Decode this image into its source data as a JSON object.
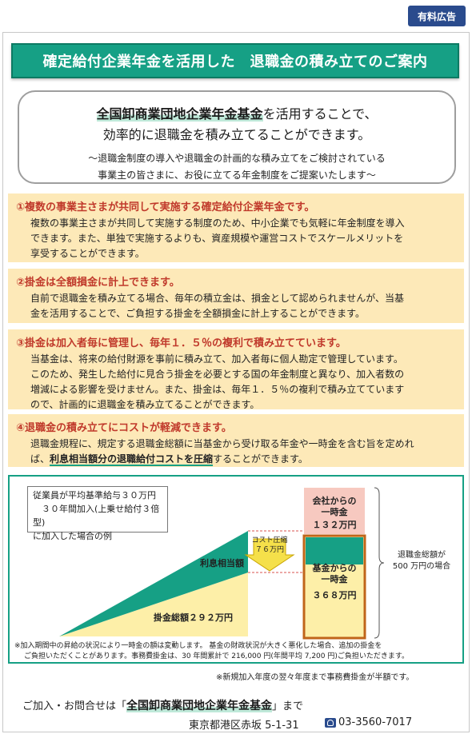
{
  "ad_badge": "有料広告",
  "banner_title": "確定給付企業年金を活用した　退職金の積み立てのご案内",
  "intro": {
    "fund_name": "全国卸商業団地企業年金基金",
    "line1_suffix": "を活用することで、",
    "line2": "効率的に退職金を積み立てることができます。",
    "line3": "～退職金制度の導入や退職金の計画的な積み立てをご検討されている",
    "line4": "事業主の皆さまに、お役に立てる年金制度をご提案いたします～"
  },
  "sections": [
    {
      "heading": "①複数の事業主さまが共同して実施する確定給付企業年金です。",
      "body_lines": [
        "複数の事業主さまが共同して実施する制度のため、中小企業でも気軽に年金制度を導入",
        "できます。また、単独で実施するよりも、資産規模や運営コストでスケールメリットを",
        "享受することができます。"
      ]
    },
    {
      "heading": "②掛金は全額損金に計上できます。",
      "body_lines": [
        "自前で退職金を積み立てる場合、毎年の積立金は、損金として認められませんが、当基",
        "金を活用することで、ご負担する掛金を全額損金に計上することができます。"
      ]
    },
    {
      "heading": "③掛金は加入者毎に管理し、毎年１．５％の複利で積み立てています。",
      "body_lines": [
        "当基金は、将来の給付財源を事前に積み立て、加入者毎に個人勘定で管理しています。",
        "このため、発生した給付に見合う掛金を必要とする国の年金制度と異なり、加入者数の",
        "増減による影響を受けません。また、掛金は、毎年１．５％の複利で積み立てています",
        "ので、計画的に退職金を積み立てることができます。"
      ]
    },
    {
      "heading": "④退職金の積み立てにコストが軽減できます。",
      "body_line1": "退職金規程に、規定する退職金総額に当基金から受け取る年金や一時金を含む旨を定めれ",
      "body_line2_pre": "ば、",
      "body_line2_hl": "利息相当額分の退職給付コストを圧縮",
      "body_line2_post": "することができます。"
    }
  ],
  "chart": {
    "condition_lines": [
      "従業員が平均基準給与３０万円",
      "　３０年間加入(上乗せ給付３倍型)",
      "に加入した場合の例"
    ],
    "interest_label": "利息相当額",
    "contribution_label": "掛金総額２９２万円",
    "cost_reduction_label": "コスト圧縮",
    "cost_reduction_value": "７６万円",
    "company_label": "会社からの\n一時金",
    "company_value": "１３２万円",
    "fund_label": "基金からの\n一時金",
    "fund_value": "３６８万円",
    "total_note_line1": "退職金総額が",
    "total_note_line2": "500 万円の場合",
    "footnote1": "※加入期間中の昇給の状況により一時金の額は変動します。 基金の財政状況が大きく悪化した場合、追加の掛金を",
    "footnote2": "ご負担いただくことがあります。事務費掛金は、30 年間累計で 216,000 円(年間平均 7,200 円)ご負担いただきます。",
    "colors": {
      "green": "#16a085",
      "yellow": "#fdefa8",
      "pink": "#f7c9c0",
      "orange": "#c0651a"
    }
  },
  "new_member_note": "※新規加入年度の翌々年度まで事務費掛金が半額です。",
  "contact": {
    "prefix": "ご加入・お問合せは「",
    "fund_name": "全国卸商業団地企業年金基金",
    "suffix": "」まで",
    "address": "東京都港区赤坂 5-1-31",
    "phone": "03-3560-7017",
    "phone_icon": "phone-icon"
  }
}
